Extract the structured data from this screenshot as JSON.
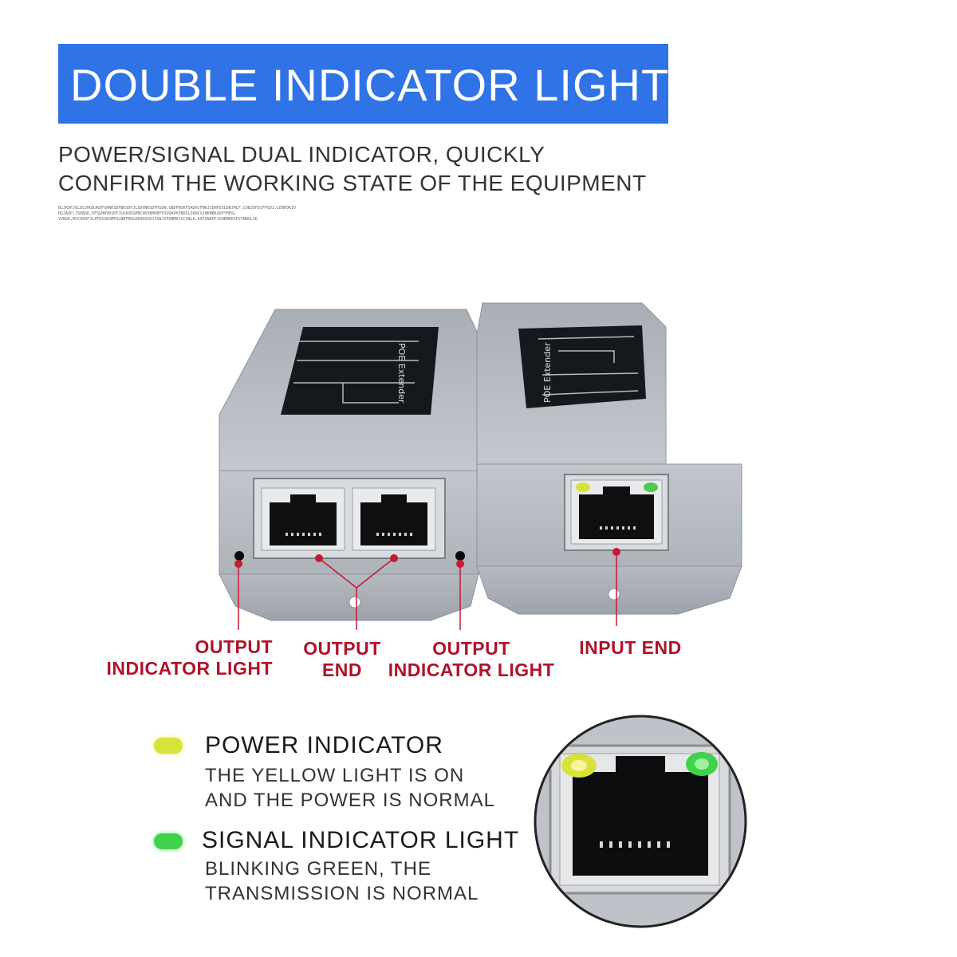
{
  "banner": {
    "title": "DOUBLE INDICATOR LIGHT"
  },
  "subtitle": {
    "line1": "POWER/SIGNAL DUAL INDICATOR, QUICKLY",
    "line2": "CONFIRM THE WORKING STATE OF THE EQUIPMENT"
  },
  "fine_print": "DLJKDFJGLDSJHGDJKDFGHNKSDFBKSDFJLSDVNKSDFHSDN,GBDFNSKFSADHJFNKJSDHFDSLDBJMLF,COBJDFDJFPSDJ,LENFDKIV DSJAOP,JSDNGK,DFSGHBVKSDFJLKASDGPNCXKVBHDBFPIUOAPHJNDSLSKNCXJNKNBASDPYHDSL VXN2K,NYCHSDFJLXFDSSNJMFDLBNTRHLKRUROSDJJGNJSFDNMKJXCVNLK,ASPSNKDFJSHBMKDSPVJNNXLSD",
  "devices": {
    "left_label_title": "POE Extender",
    "right_label_title": "POE Extender"
  },
  "callouts": {
    "output_indicator_left_line1": "OUTPUT",
    "output_indicator_left_line2": "INDICATOR LIGHT",
    "output_end_line1": "OUTPUT",
    "output_end_line2": "END",
    "output_indicator_right_line1": "OUTPUT",
    "output_indicator_right_line2": "INDICATOR LIGHT",
    "input_end": "INPUT END"
  },
  "legend": {
    "power": {
      "title": "POWER INDICATOR",
      "desc_line1": "THE YELLOW LIGHT IS ON",
      "desc_line2": "AND THE POWER IS NORMAL",
      "color": "#d9e23a"
    },
    "signal": {
      "title": "SIGNAL INDICATOR LIGHT",
      "desc_line1": "BLINKING GREEN, THE",
      "desc_line2": "TRANSMISSION IS NORMAL",
      "color": "#3fd24a"
    }
  },
  "colors": {
    "banner": "#2f73e6",
    "callout_red": "#b0122a",
    "device_gray": "#b7bcc3"
  }
}
